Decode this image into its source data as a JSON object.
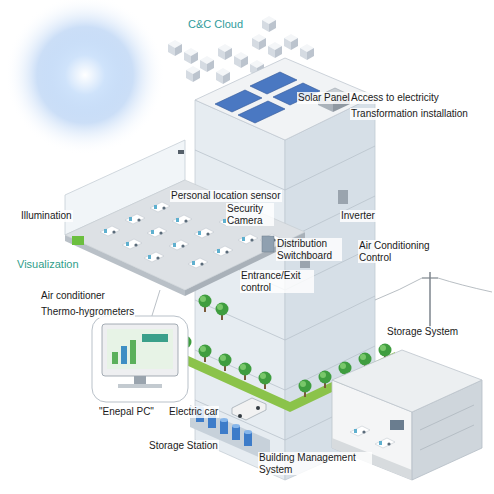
{
  "diagram": {
    "labels": [
      "C&C Cloud",
      "Solar Panel",
      "Access to electricity",
      "Transformation installation",
      "Personal location sensor",
      "Security Camera",
      "Illumination",
      "Inverter",
      "Distribution Switchboard",
      "Air Conditioning Control",
      "Visualization",
      "Entrance/Exit control",
      "Air conditioner",
      "Thermo-hygrometers",
      "Storage System",
      "\"Enepal PC\"",
      "Electric car",
      "Storage Station",
      "Building Management System"
    ]
  }
}
